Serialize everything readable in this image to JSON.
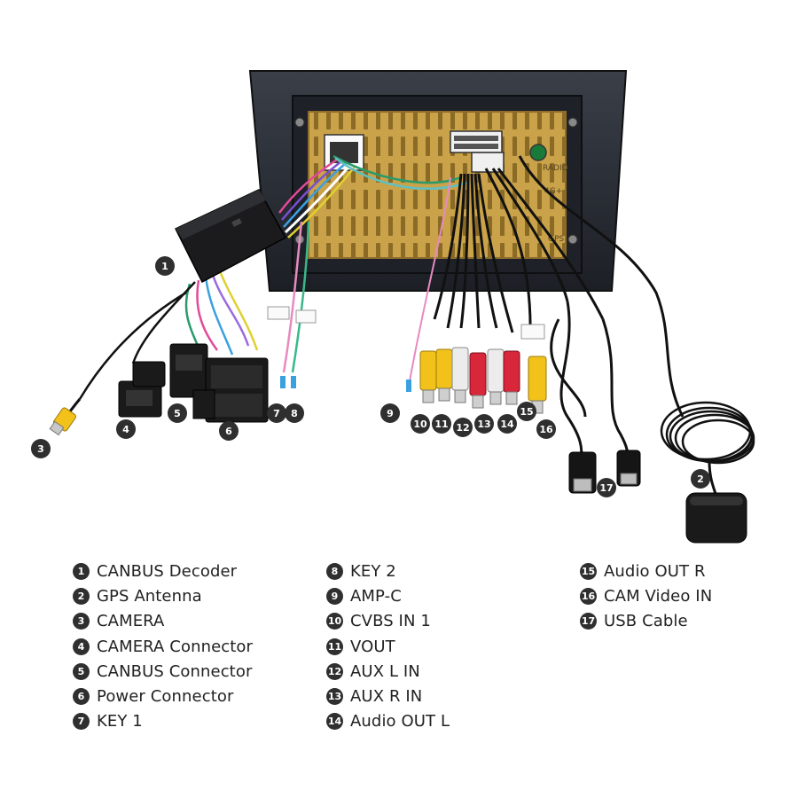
{
  "unit_labels": {
    "radio": "RADIO",
    "gps": "GPS",
    "slot": "4G+"
  },
  "callouts": [
    {
      "num": "1",
      "label": "CANBUS Decoder"
    },
    {
      "num": "2",
      "label": "GPS Antenna"
    },
    {
      "num": "3",
      "label": "CAMERA"
    },
    {
      "num": "4",
      "label": "CAMERA Connector"
    },
    {
      "num": "5",
      "label": "CANBUS Connector"
    },
    {
      "num": "6",
      "label": "Power Connector"
    },
    {
      "num": "7",
      "label": "KEY 1"
    },
    {
      "num": "8",
      "label": "KEY 2"
    },
    {
      "num": "9",
      "label": "AMP-C"
    },
    {
      "num": "10",
      "label": "CVBS IN 1"
    },
    {
      "num": "11",
      "label": "VOUT"
    },
    {
      "num": "12",
      "label": "AUX L IN"
    },
    {
      "num": "13",
      "label": "AUX R IN"
    },
    {
      "num": "14",
      "label": "Audio OUT L"
    },
    {
      "num": "15",
      "label": "Audio OUT R"
    },
    {
      "num": "16",
      "label": "CAM Video IN"
    },
    {
      "num": "17",
      "label": "USB Cable"
    }
  ],
  "colors": {
    "badge": "#2f2f2f",
    "unit_frame": "#23262d",
    "board": "#c9a24a",
    "rca_yellow": "#f2c21a",
    "rca_red": "#d8263a",
    "rca_white": "#e8e8e8",
    "cable_black": "#111111"
  }
}
